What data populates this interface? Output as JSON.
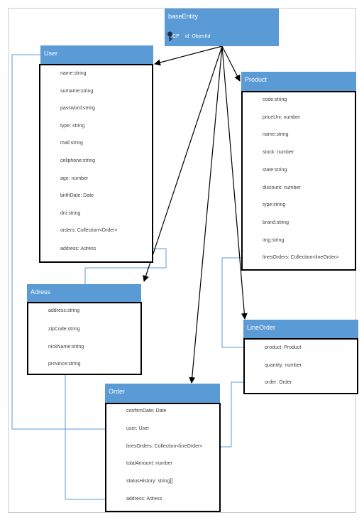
{
  "entities": {
    "baseEntity": {
      "title": "baseEntity",
      "key_badge": "CP",
      "key_field": "id: ObjectId"
    },
    "user": {
      "title": "User",
      "attributes": [
        "name:string",
        "surname:string",
        "password:string",
        "type: string",
        "mail:string",
        "cellphone:string",
        "age: number",
        "birthDate: Date",
        "dni:string",
        "orders: Collection<Order>",
        "address: Adress"
      ]
    },
    "product": {
      "title": "Product",
      "attributes": [
        "code:string",
        "priceUni: number",
        "name:string",
        "stock: number",
        "state:string",
        "discount: number",
        "type:string",
        "brand:string",
        "img:string",
        "linesOrders: Collection<lineOrder>"
      ]
    },
    "adress": {
      "title": "Adress",
      "attributes": [
        "address:string",
        "zipCode:string",
        "nickName:string",
        "province:string"
      ]
    },
    "lineOrder": {
      "title": "LineOrder",
      "attributes": [
        "product: Product",
        "quantity: number",
        "order: Order"
      ]
    },
    "order": {
      "title": "Order",
      "attributes": [
        "confirmDate: Date",
        "user: User",
        "linesOrders: Collection<lineOrder>",
        "totalAmount: number",
        "statusHistory: string[]",
        "address: Adress"
      ]
    }
  },
  "colors": {
    "header": "#5b9bd5",
    "connector": "#5b9bd5",
    "arrow": "#000000",
    "frame": "#c9c9c9"
  }
}
